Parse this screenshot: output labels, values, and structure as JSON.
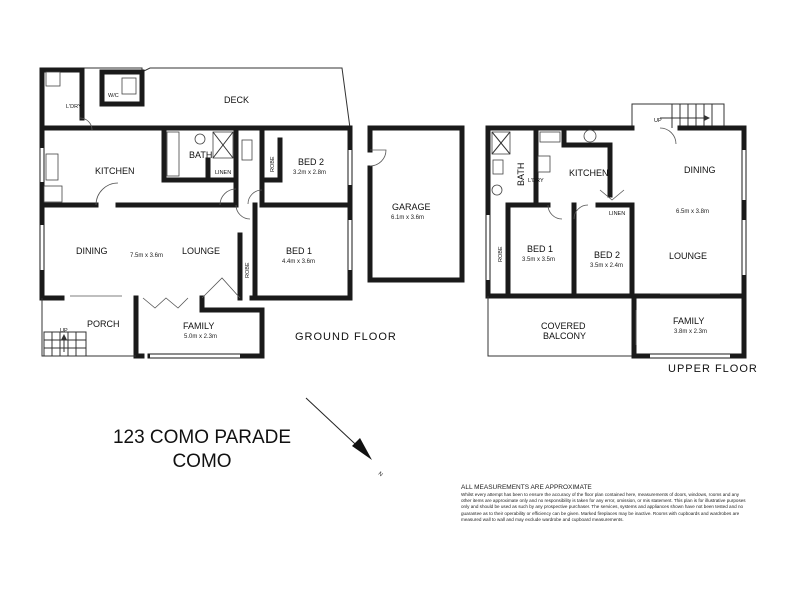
{
  "address": {
    "line1": "123 COMO PARADE",
    "line2": "COMO"
  },
  "ground_floor": {
    "title": "GROUND FLOOR",
    "rooms": {
      "laundry": "L'DRY",
      "wc": "W/C",
      "deck": "DECK",
      "kitchen": "KITCHEN",
      "bath": "BATH",
      "linen": "LINEN",
      "robe1": "ROBE",
      "bed2": "BED 2",
      "bed2_dim": "3.2m x 2.8m",
      "dining": "DINING",
      "lounge": "LOUNGE",
      "lounge_dim": "7.5m x 3.6m",
      "robe2": "ROBE",
      "bed1": "BED 1",
      "bed1_dim": "4.4m x 3.6m",
      "porch": "PORCH",
      "up": "UP",
      "family": "FAMILY",
      "family_dim": "5.0m x 2.3m",
      "garage": "GARAGE",
      "garage_dim": "6.1m x 3.6m"
    }
  },
  "upper_floor": {
    "title": "UPPER FLOOR",
    "rooms": {
      "up": "UP",
      "bath": "BATH",
      "laundry": "L'DRY",
      "kitchen": "KITCHEN",
      "dining": "DINING",
      "dining_dim": "6.5m x 3.8m",
      "linen": "LINEN",
      "robe": "ROBE",
      "bed1": "BED 1",
      "bed1_dim": "3.5m x 3.5m",
      "bed2": "BED 2",
      "bed2_dim": "3.5m x 2.4m",
      "lounge": "LOUNGE",
      "covered_balcony_1": "COVERED",
      "covered_balcony_2": "BALCONY",
      "family": "FAMILY",
      "family_dim": "3.8m x 2.3m"
    }
  },
  "north_marker": "N",
  "disclaimer": {
    "heading": "ALL MEASUREMENTS ARE APPROXIMATE",
    "body": "Whilst every attempt has been to ensure the accuracy of the floor plan contained here, measurements of doors, windows, rooms and any other items are approximate only and no responsibility is taken for any error, omission, or mis statement. This plan is for illustrative purposes only and should be used as such by any prospective purchaser. The services, systems and appliances shown have not been tested and no guarantee as to their operability or efficiency can be given. Marked fireplaces may be inactive. Rooms with cupboards and wardrobes are measured wall to wall and may exclude wardrobe and cupboard measurements."
  }
}
